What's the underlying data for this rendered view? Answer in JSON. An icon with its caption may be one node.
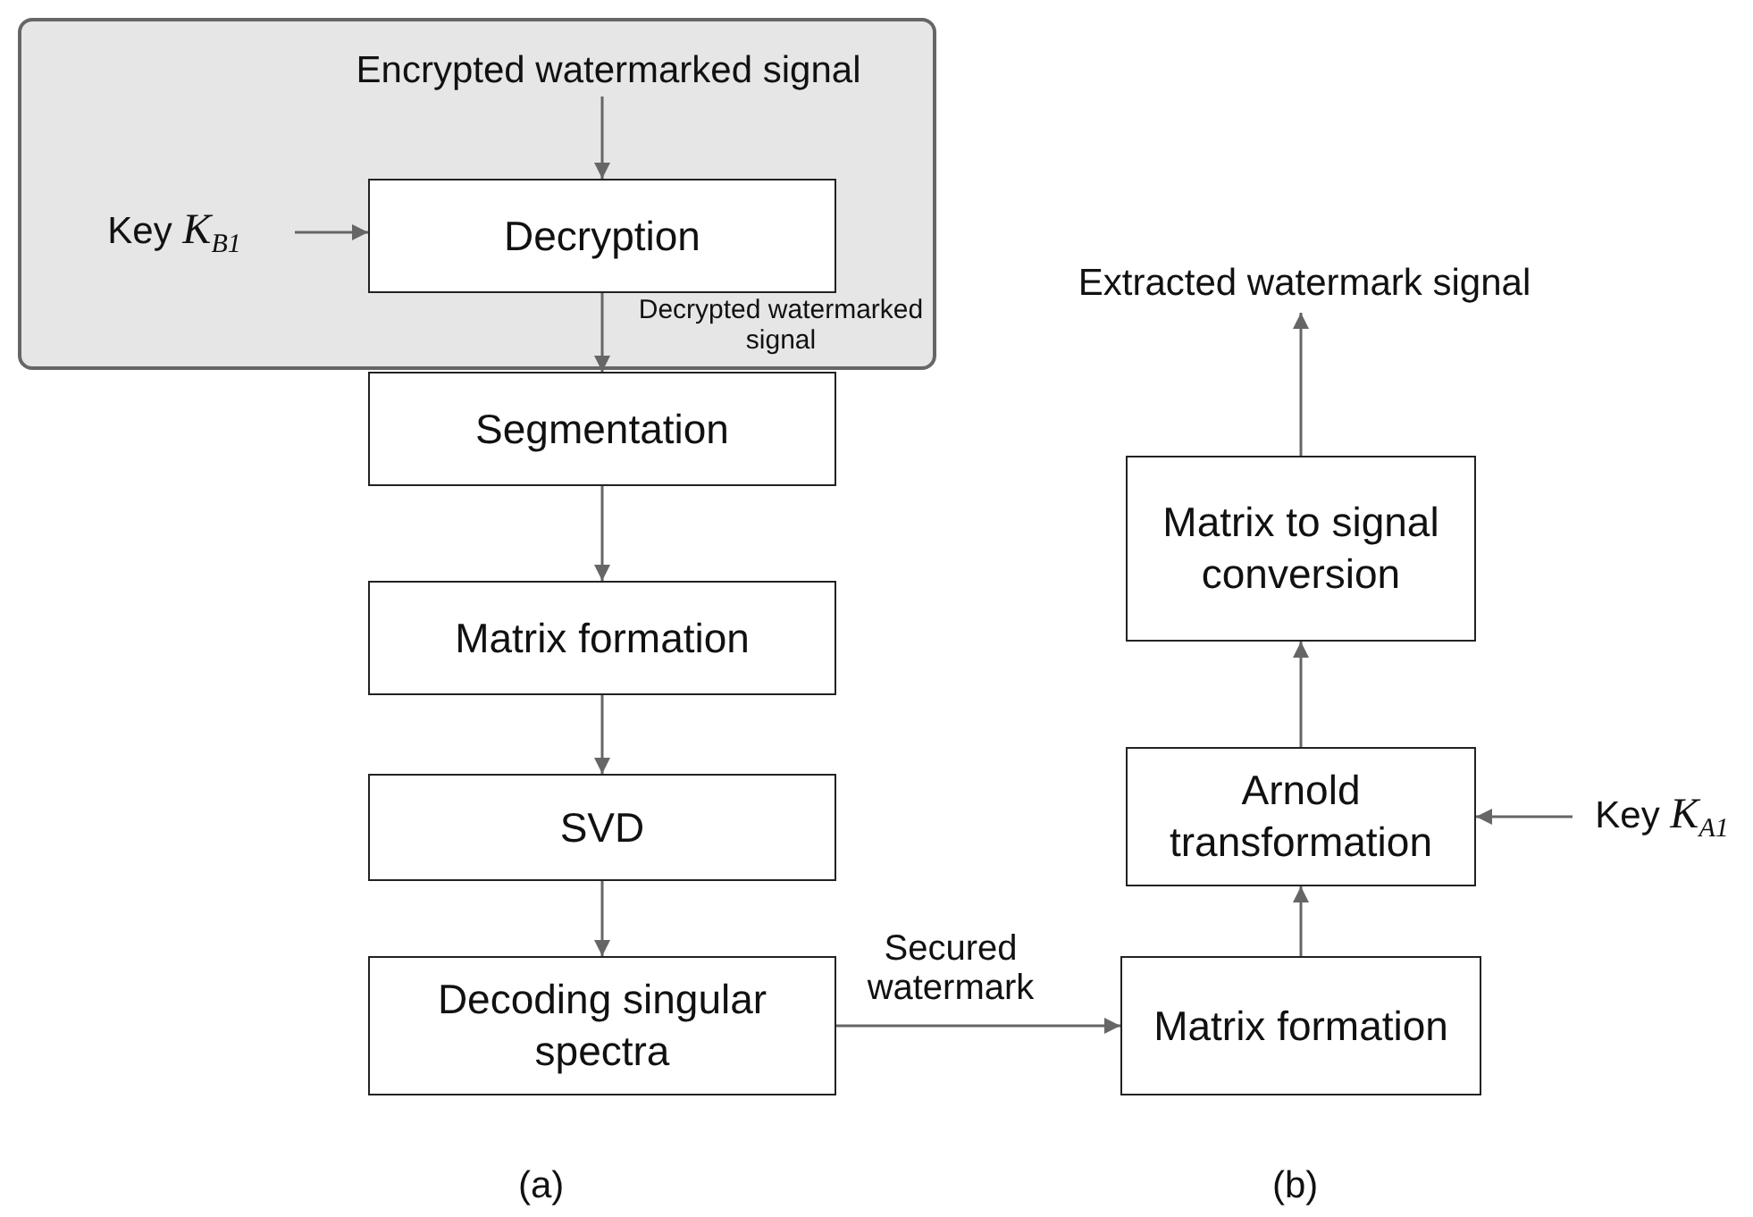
{
  "diagram": {
    "nodes": [
      {
        "text": [],
        "shape": "box"
      },
      {
        "text": [
          "Encrypted watermarked signal"
        ],
        "in": 0
      },
      {
        "text": [
          "Key *K*$_{B1}$"
        ],
        "in": 0
      },
      {
        "text": [
          "Decryption"
        ],
        "in": 0
      },
      {
        "text": [
          "Segmentation"
        ]
      },
      {
        "text": [
          "Matrix formation"
        ]
      },
      {
        "text": [
          "SVD"
        ]
      },
      {
        "text": [
          "Decoding singular spectra"
        ]
      },
      {
        "text": [
          "Matrix formation"
        ]
      },
      {
        "text": [
          "Arnold transformation"
        ]
      },
      {
        "text": [
          "Matrix to signal conversion"
        ]
      },
      {
        "text": [
          "Extracted watermark signal"
        ]
      },
      {
        "text": [
          "Key *K*$_{A1}$"
        ]
      }
    ],
    "edges": [
      {
        "from": 1,
        "to": 3,
        "arrow": "to"
      },
      {
        "from": 2,
        "to": 3,
        "arrow": "to"
      },
      {
        "from": 3,
        "to": 4,
        "arrow": "to",
        "label": "Decrypted watermarked signal"
      },
      {
        "from": 4,
        "to": 5,
        "arrow": "to"
      },
      {
        "from": 5,
        "to": 6,
        "arrow": "to"
      },
      {
        "from": 6,
        "to": 7,
        "arrow": "to"
      },
      {
        "from": 7,
        "to": 8,
        "arrow": "to",
        "label": "Secured watermark"
      },
      {
        "from": 8,
        "to": 9,
        "arrow": "to"
      },
      {
        "from": 12,
        "to": 9,
        "arrow": "to"
      },
      {
        "from": 9,
        "to": 10,
        "arrow": "to"
      },
      {
        "from": 10,
        "to": 11,
        "arrow": "to"
      }
    ],
    "labels": [
      "(a)",
      "(b)"
    ]
  }
}
